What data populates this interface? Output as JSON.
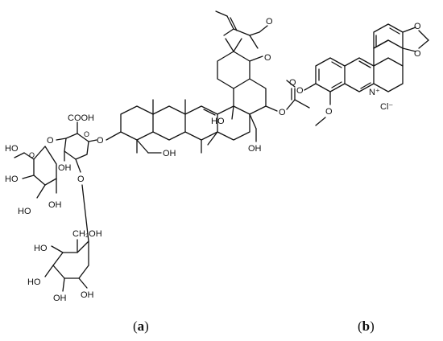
{
  "panels": [
    {
      "id": "a",
      "caption_open": "(",
      "caption_letter": "a",
      "caption_close": ")",
      "atom_labels": {
        "cooh": "COOH",
        "o_ring1": "O",
        "o_link1": "O",
        "o_link2": "O",
        "o_link3": "O",
        "o_aglycone": "O",
        "oh_upper_left": "HO",
        "oh_gal_1": "HO",
        "oh_gal_2": "HO",
        "oh_gal_3": "OH",
        "oh_gluc_1": "OH",
        "ch2oh": "CH₂OH",
        "oh_bottom_1": "HO",
        "oh_bottom_2": "HO",
        "oh_bottom_3": "OH",
        "oh_bottom_4": "OH",
        "oh_c23": "OH",
        "ho_core": "HO",
        "oh_core2": "OH",
        "o_ester1": "O",
        "o_ester1b": "O",
        "o_acetyl1": "O",
        "o_acetyl2": "O"
      }
    },
    {
      "id": "b",
      "caption_open": "(",
      "caption_letter": "b",
      "caption_close": ")",
      "atom_labels": {
        "o_diox1": "O",
        "o_diox2": "O",
        "n_plus": "N⁺",
        "cl_minus": "Cl⁻",
        "o_me1": "O",
        "o_me2": "O"
      }
    }
  ]
}
